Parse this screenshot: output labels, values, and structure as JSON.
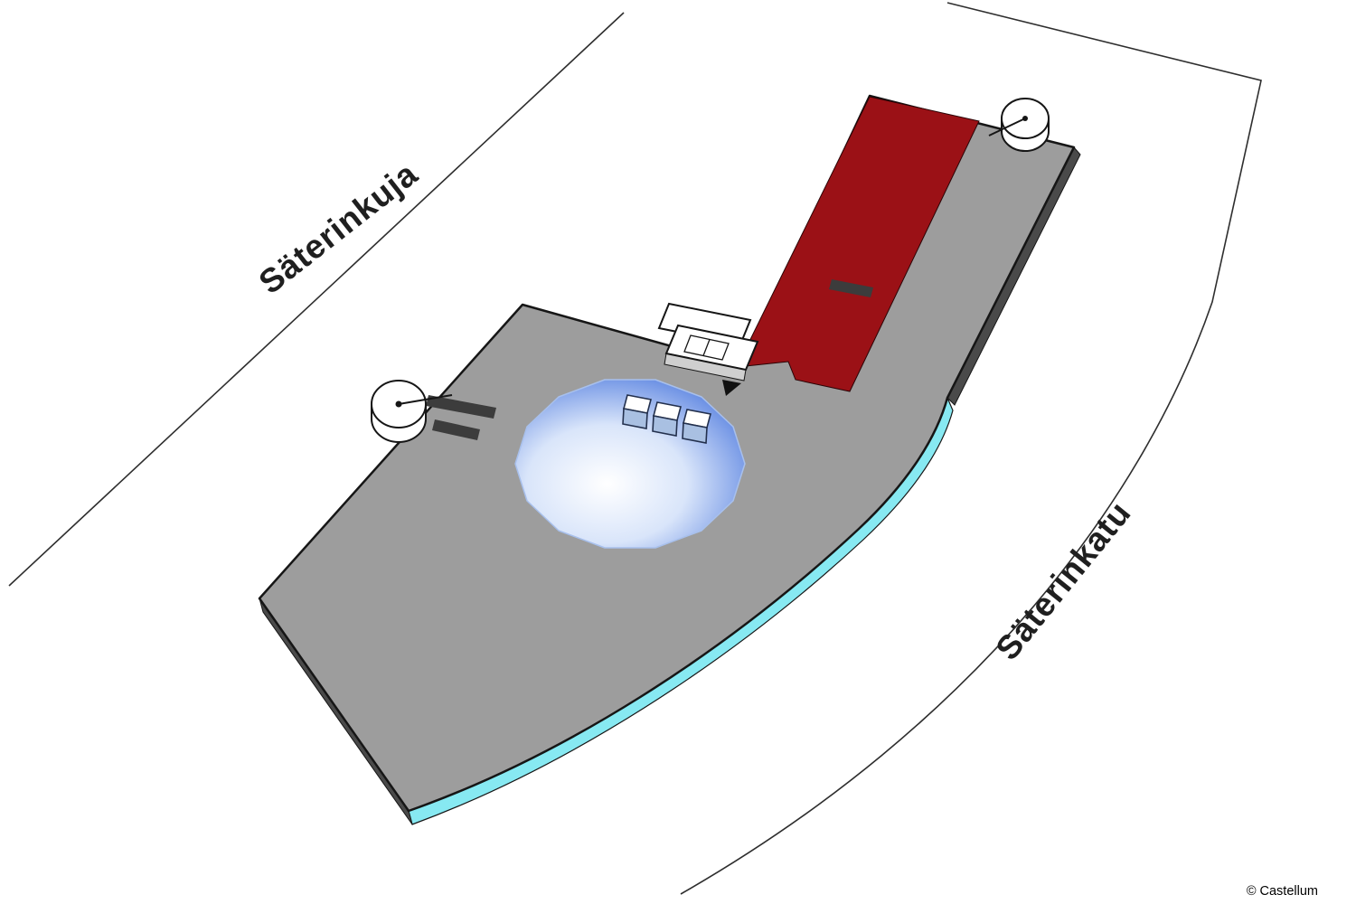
{
  "labels": {
    "street_top_left": "Säterinkuja",
    "street_bottom_right": "Säterinkatu",
    "copyright": "© Castellum"
  },
  "colors": {
    "background": "#ffffff",
    "slab_top": "#9d9d9d",
    "slab_side_dark": "#4a4a4a",
    "slab_edge_cyan": "#87e9f2",
    "highlight_red": "#9b1116",
    "dome_edge": "#3f6edb",
    "dome_mid": "#d9e5fa",
    "dome_center": "#ffffff",
    "dome_stroke": "#a8c0ec",
    "outline": "#161616",
    "street_line": "#2e2e2e",
    "bar_dark": "#3c3c3c",
    "core_white": "#ffffff",
    "core_shade": "#cfcfcf",
    "vent_front": "#a9c0e2",
    "vent_outline": "#23304d"
  },
  "markers": {
    "tower_left": "circular-stair-tower",
    "tower_right": "circular-stair-tower",
    "entrance": "entrance-triangle"
  }
}
